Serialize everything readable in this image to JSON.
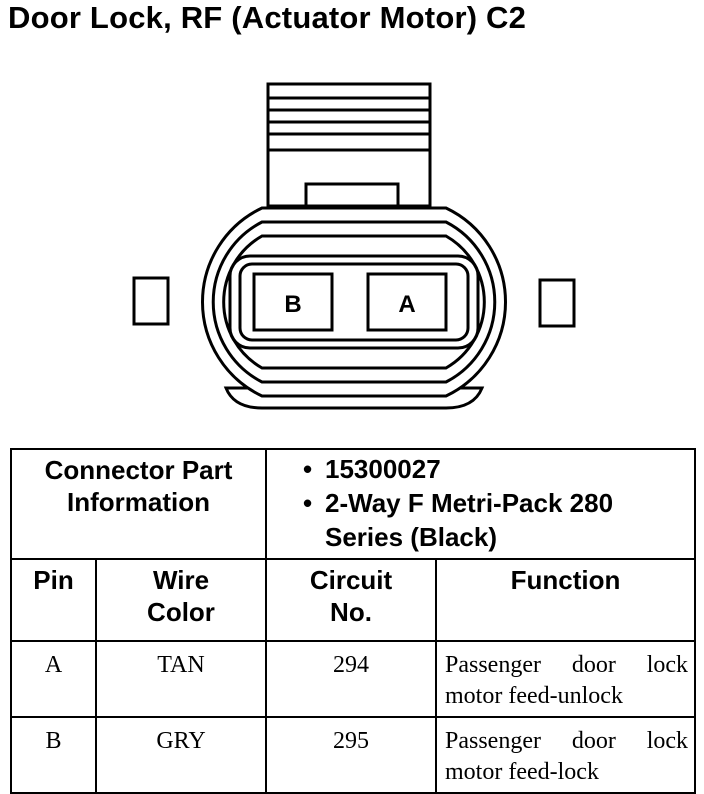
{
  "title": "Door Lock, RF (Actuator Motor) C2",
  "connector": {
    "pins": [
      "B",
      "A"
    ]
  },
  "table": {
    "part_info_label": [
      "Connector Part",
      "Information"
    ],
    "part_info_items": [
      {
        "bullet": "•",
        "lines": [
          "15300027"
        ]
      },
      {
        "bullet": "•",
        "lines": [
          "2-Way F Metri-Pack 280",
          "Series (Black)"
        ]
      }
    ],
    "headers": {
      "pin": "Pin",
      "wire_color": [
        "Wire",
        "Color"
      ],
      "circuit": [
        "Circuit",
        "No."
      ],
      "function": "Function"
    },
    "rows": [
      {
        "pin": "A",
        "wire_color": "TAN",
        "circuit": "294",
        "function": "Passenger door lock motor feed-unlock"
      },
      {
        "pin": "B",
        "wire_color": "GRY",
        "circuit": "295",
        "function": "Passenger door lock motor feed-lock"
      }
    ]
  }
}
